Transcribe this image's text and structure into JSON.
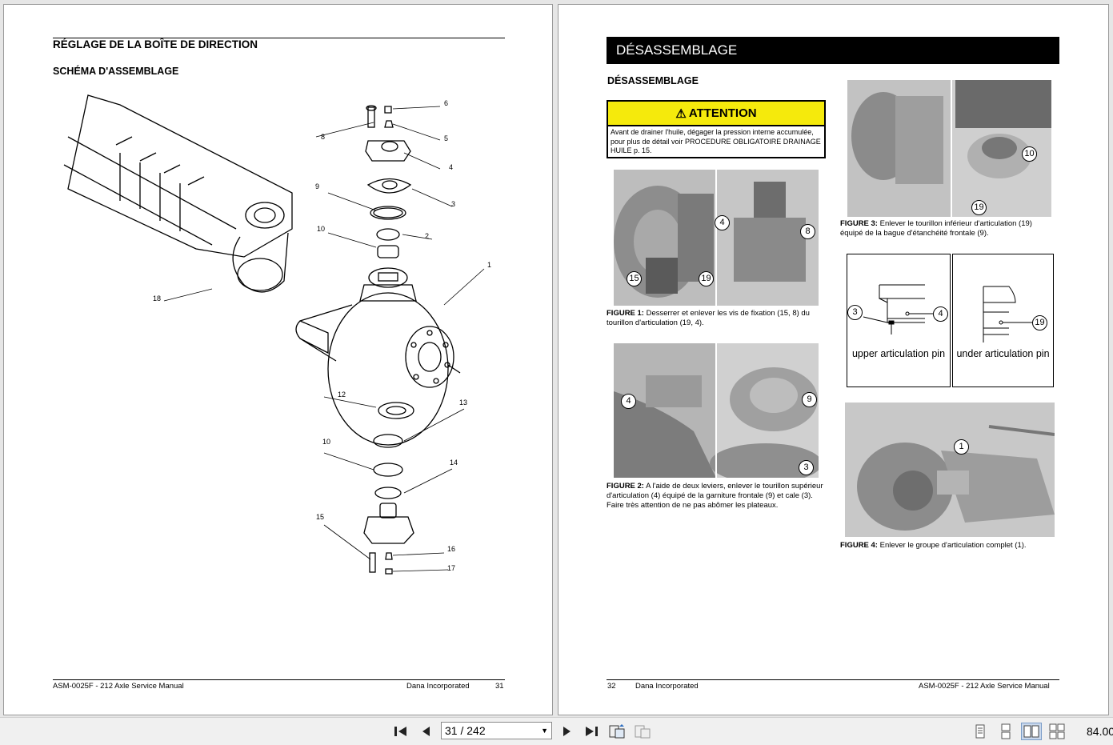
{
  "left_page": {
    "title": "RÉGLAGE DE LA BOÎTE DE DIRECTION",
    "subtitle": "SCHÉMA D'ASSEMBLAGE",
    "part_labels": [
      "1",
      "2",
      "3",
      "4",
      "5",
      "6",
      "8",
      "9",
      "10",
      "10",
      "12",
      "13",
      "14",
      "15",
      "16",
      "17",
      "18"
    ],
    "footer_left": "ASM-0025F - 212 Axle Service Manual",
    "footer_company": "Dana Incorporated",
    "footer_page": "31"
  },
  "right_page": {
    "banner": "DÉSASSEMBLAGE",
    "section": "DÉSASSEMBLAGE",
    "attention": {
      "title": "ATTENTION",
      "text": "Avant de drainer l'huile, dégager la pression interne accumulée, pour plus de détail voir PROCEDURE OBLIGATOIRE DRAINAGE HUILE p. 15."
    },
    "fig1": {
      "label": "FIGURE 1:",
      "text": "Desserrer et enlever les vis de fixation (15, 8) du tourillon d'articulation (19, 4).",
      "callouts": [
        "4",
        "8",
        "15",
        "19"
      ]
    },
    "fig2": {
      "label": "FIGURE 2:",
      "text": "A l'aide de deux leviers, enlever le tourillon supérieur d'articulation (4) équipé de la garniture frontale (9) et cale (3).",
      "note": "Faire très attention de ne pas abômer les plateaux.",
      "callouts": [
        "4",
        "9",
        "3"
      ]
    },
    "fig3": {
      "label": "FIGURE 3:",
      "text": "Enlever le tourillon inférieur d'articulation (19) équipé de la bague d'étanchéité frontale (9).",
      "callouts": [
        "10",
        "19"
      ]
    },
    "diagram": {
      "left_caption": "upper articulation pin",
      "right_caption": "under articulation pin",
      "callouts": [
        "3",
        "4",
        "19"
      ]
    },
    "fig4": {
      "label": "FIGURE 4:",
      "text": "Enlever le groupe d'articulation complet (1).",
      "callouts": [
        "1"
      ]
    },
    "footer_page": "32",
    "footer_company": "Dana Incorporated",
    "footer_right": "ASM-0025F - 212 Axle Service Manual"
  },
  "toolbar": {
    "page_value": "31 / 242",
    "zoom": "84.00"
  }
}
